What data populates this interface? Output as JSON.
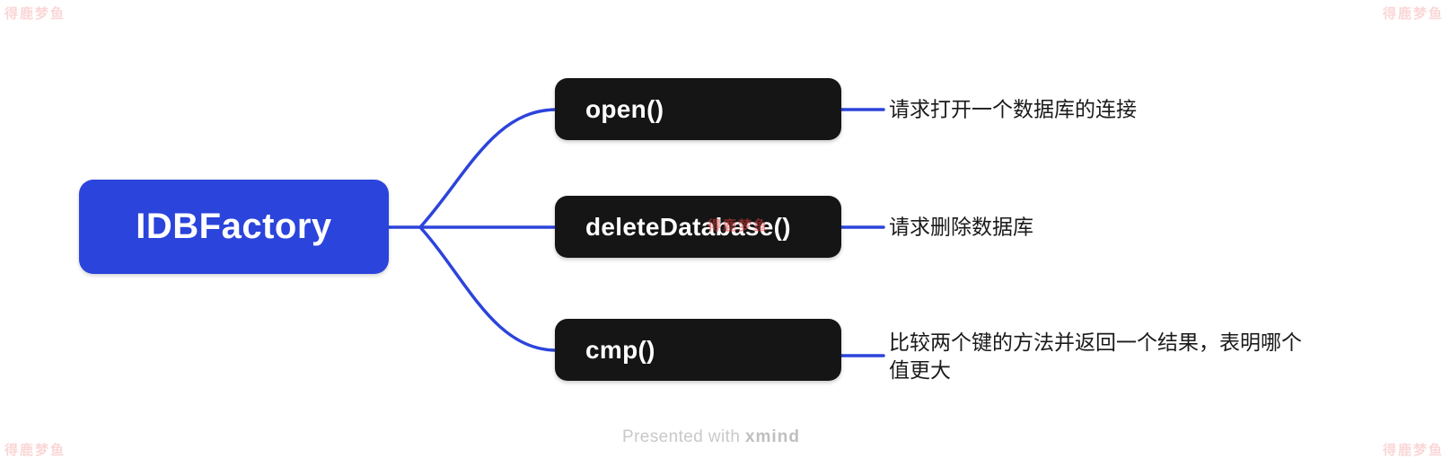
{
  "root": {
    "label": "IDBFactory"
  },
  "branches": [
    {
      "label": "open()",
      "description": "请求打开一个数据库的连接"
    },
    {
      "label": "deleteDatabase()",
      "description": "请求删除数据库"
    },
    {
      "label": "cmp()",
      "description": "比较两个键的方法并返回一个结果，表明哪个值更大"
    }
  ],
  "footer": {
    "prefix": "Presented with ",
    "brand": "xmind"
  },
  "watermark": {
    "text": "得鹿梦鱼"
  },
  "colors": {
    "root_bg": "#2B44DB",
    "sub_bg": "#151515",
    "connector": "#2C44DB",
    "description_text": "#1A1A1A",
    "footer_text": "#C9C9C9",
    "watermark_red": "#ED4646"
  }
}
